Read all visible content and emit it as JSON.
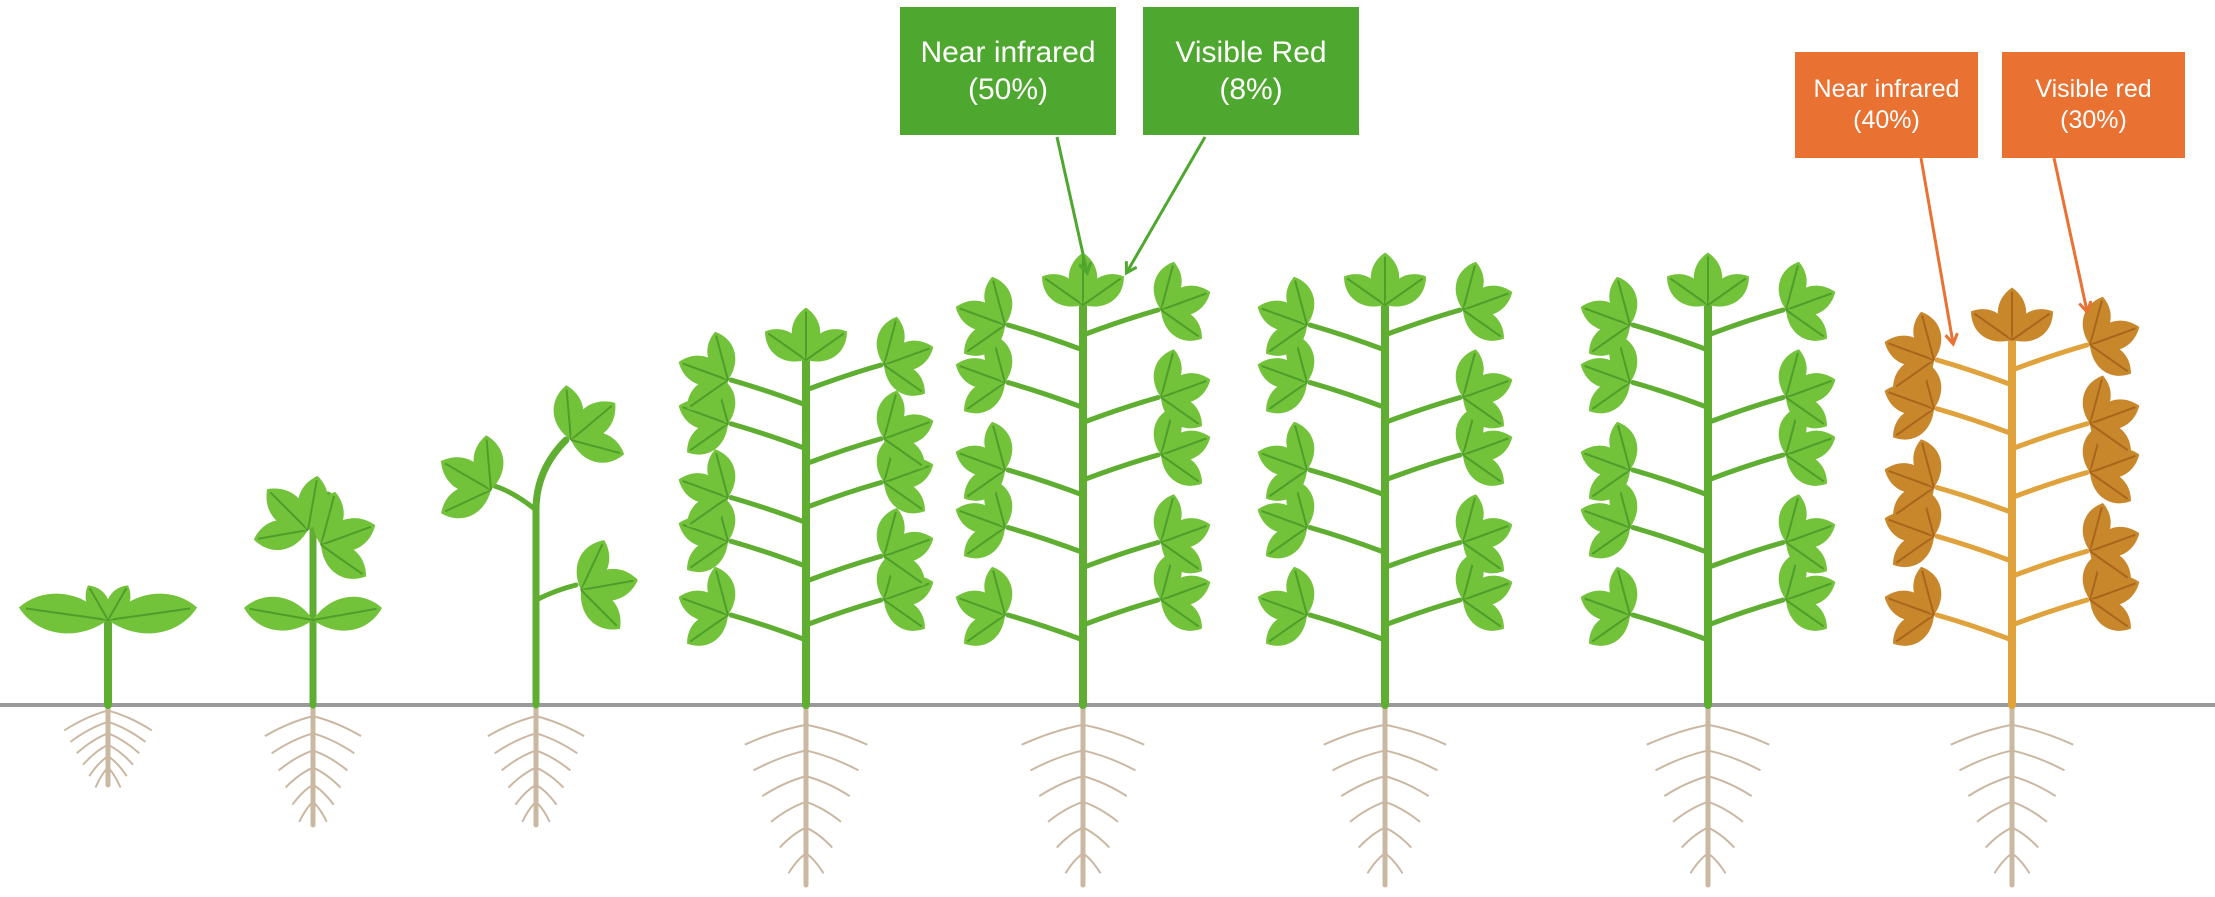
{
  "colors": {
    "healthy_box": "#4ea72e",
    "stressed_box": "#e97132",
    "leaf_fill": "#72c23a",
    "leaf_dark": "#4f9d2b",
    "stem": "#5fae32",
    "dry_leaf": "#c9872c",
    "dry_leaf_dark": "#a8661d",
    "dry_stem": "#e0a23c",
    "root": "#cbb8a2",
    "ground_line": "#9a9a9a"
  },
  "healthy_labels": {
    "nir": {
      "line1": "Near infrared",
      "line2": "(50%)"
    },
    "red": {
      "line1": "Visible Red",
      "line2": "(8%)"
    }
  },
  "stressed_labels": {
    "nir": {
      "line1": "Near infrared",
      "line2": "(40%)"
    },
    "red": {
      "line1": "Visible red",
      "line2": "(30%)"
    }
  },
  "growth_stages": [
    {
      "id": "stage-1",
      "condition": "healthy"
    },
    {
      "id": "stage-2",
      "condition": "healthy"
    },
    {
      "id": "stage-3",
      "condition": "healthy"
    },
    {
      "id": "stage-4",
      "condition": "healthy"
    },
    {
      "id": "stage-5",
      "condition": "healthy"
    },
    {
      "id": "stage-6",
      "condition": "healthy"
    },
    {
      "id": "stage-7",
      "condition": "healthy"
    },
    {
      "id": "stage-8",
      "condition": "dry"
    }
  ]
}
